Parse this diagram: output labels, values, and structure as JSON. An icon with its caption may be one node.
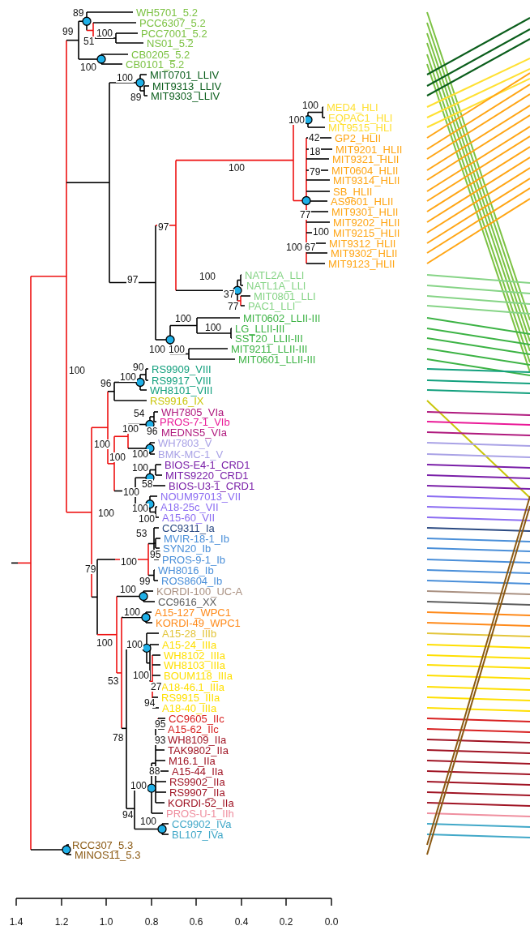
{
  "diagram": {
    "labels": [
      "WH5701_5.2",
      "PCC6307_5.2",
      "PCC7001_5.2",
      "NS01_5.2",
      "CB0205_5.2",
      "CB0101_5.2",
      "MIT0701_LLIV",
      "MIT9313_LLIV",
      "MIT9303_LLIV",
      "MED4_HLI",
      "EQPAC1_HLI",
      "MIT9515_HLI",
      "GP2_HLII",
      "MIT9201_HLII",
      "MIT9321_HLII",
      "MIT0604_HLII",
      "MIT9314_HLII",
      "SB_HLII",
      "AS9601_HLII",
      "MIT9301_HLII",
      "MIT9202_HLII",
      "MIT9215_HLII",
      "MIT9312_HLII",
      "MIT9302_HLII",
      "MIT9123_HLII",
      "NATL2A_LLI",
      "NATL1A_LLI",
      "MIT0801_LLI",
      "PAC1_LLI",
      "MIT0602_LLII-III",
      "LG_LLII-III",
      "SST20_LLII-III",
      "MIT9211_LLII-III",
      "MIT0601_LLII-III",
      "RS9909_VIII",
      "RS9917_VIII",
      "WH8101_VIII",
      "RS9916_IX",
      "WH7805_VIa",
      "PROS-7-1_VIb",
      "MEDNS5_VIa",
      "WH7803_V",
      "BMK-MC-1_V",
      "BIOS-E4-1_CRD1",
      "MITS9220_CRD1",
      "BIOS-U3-1_CRD1",
      "NOUM97013_VII",
      "A18-25c_VII",
      "A15-60_VII",
      "CC9311_Ia",
      "MVIR-18-1_Ib",
      "SYN20_Ib",
      "PROS-9-1_Ib",
      "WH8016_Ib",
      "ROS8604_Ib",
      "KORDI-100_UC-A",
      "CC9616_XX",
      "A15-127_WPC1",
      "KORDI-49_WPC1",
      "A15-28_IIIb",
      "A15-24_IIIa",
      "WH8102_IIIa",
      "WH8103_IIIa",
      "BOUM118_IIIa",
      "A18-46.1_IIIa",
      "RS9915_IIIa",
      "A18-40_IIIa",
      "CC9605_IIc",
      "A15-62_IIc",
      "WH8109_IIa",
      "TAK9802_IIa",
      "M16.1_IIa",
      "A15-44_IIa",
      "RS9902_IIa",
      "RS9907_IIa",
      "KORDI-52_IIa",
      "PROS-U-1_IIh",
      "CC9902_IVa",
      "BL107_IVa",
      "RCC307_5.3",
      "MINOS11_5.3",
      "89",
      "99",
      "51",
      "100",
      "100",
      "100",
      "89",
      "100",
      "100",
      "42",
      "18",
      "100",
      "79",
      "77",
      "97",
      "100",
      "100",
      "67",
      "100",
      "97",
      "37",
      "77",
      "100",
      "100",
      "100",
      "100",
      "100",
      "90",
      "96",
      "100",
      "54",
      "100",
      "96",
      "100",
      "100",
      "100",
      "100",
      "58",
      "100",
      "100",
      "100",
      "100",
      "53",
      "79",
      "95",
      "100",
      "99",
      "100",
      "100",
      "100",
      "100",
      "53",
      "100",
      "27",
      "94",
      "95",
      "78",
      "93",
      "88",
      "100",
      "94",
      "100",
      "1.4",
      "1.2",
      "1.0",
      "0.8",
      "0.6",
      "0.4",
      "0.2",
      "0.0"
    ]
  }
}
